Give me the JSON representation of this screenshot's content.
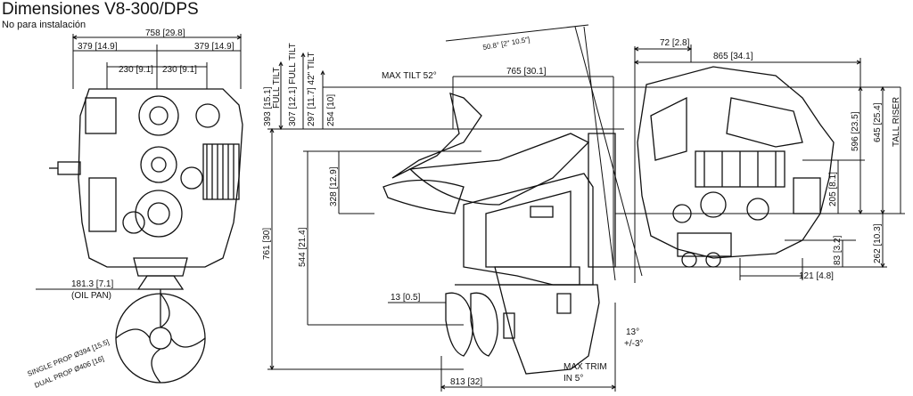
{
  "header": {
    "title": "Dimensiones V8-300/DPS",
    "subtitle": "No para instalación"
  },
  "front_view": {
    "dim_total_width": "758 [29.8]",
    "dim_left_half": "379 [14.9]",
    "dim_right_half": "379 [14.9]",
    "dim_left_inner": "230 [9.1]",
    "dim_right_inner": "230 [9.1]",
    "oil_pan_value": "181.3 [7.1]",
    "oil_pan_label": "(OIL PAN)",
    "single_prop": "SINGLE PROP Ø394 [15.5]",
    "dual_prop": "DUAL PROP Ø406 [16]"
  },
  "side_view": {
    "full_tilt_393": "393 [15.1]",
    "full_tilt_393_label": "FULL TILT",
    "full_tilt_307": "307 [12.1] FULL TILT",
    "full_tilt_297": "297 [11.7] 42\" TILT",
    "dim_254": "254 [10]",
    "max_tilt": "MAX TILT 52°",
    "dim_765": "765 [30.1]",
    "angle_508": "50.8° [2\" 10.5\"]",
    "dim_328": "328 [12.9]",
    "dim_761": "761 [30]",
    "dim_544": "544 [21.4]",
    "dim_13": "13 [0.5]",
    "angle_13": "13°",
    "angle_13_tol": "+/-3°",
    "max_trim": "MAX TRIM",
    "max_trim_angle": "IN 5°",
    "dim_813": "813 [32]"
  },
  "engine_view": {
    "dim_72": "72 [2.8]",
    "dim_865": "865 [34.1]",
    "dim_596": "596 [23.5]",
    "dim_645": "645 [25.4]",
    "tall_riser": "TALL RISER",
    "dim_205": "205 [8.1]",
    "dim_83": "83 [3.2]",
    "dim_262": "262 [10.3]",
    "dim_121": "121 [4.8]"
  },
  "colors": {
    "line": "#111111",
    "background": "#ffffff"
  }
}
